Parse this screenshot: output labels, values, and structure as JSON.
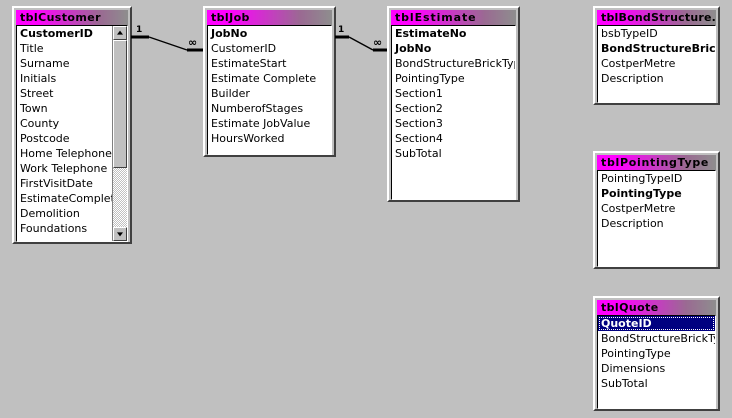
{
  "window": {
    "background_color": "#c0c0c0",
    "title_gradient_start": "#ff00ff",
    "title_gradient_end": "#8e8e8e",
    "selection_color": "#000080"
  },
  "tables": [
    {
      "id": "tblCustomer",
      "title": "tblCustomer",
      "has_scrollbar": true,
      "fields": [
        {
          "name": "CustomerID",
          "key": true
        },
        {
          "name": "Title",
          "key": false
        },
        {
          "name": "Surname",
          "key": false
        },
        {
          "name": "Initials",
          "key": false
        },
        {
          "name": "Street",
          "key": false
        },
        {
          "name": "Town",
          "key": false
        },
        {
          "name": "County",
          "key": false
        },
        {
          "name": "Postcode",
          "key": false
        },
        {
          "name": "Home Telephone",
          "key": false
        },
        {
          "name": "Work Telephone",
          "key": false
        },
        {
          "name": "FirstVisitDate",
          "key": false
        },
        {
          "name": "EstimateComplete",
          "key": false
        },
        {
          "name": "Demolition",
          "key": false
        },
        {
          "name": "Foundations",
          "key": false
        }
      ]
    },
    {
      "id": "tblJob",
      "title": "tblJob",
      "has_scrollbar": false,
      "fields": [
        {
          "name": "JobNo",
          "key": true
        },
        {
          "name": "CustomerID",
          "key": false
        },
        {
          "name": "EstimateStart",
          "key": false
        },
        {
          "name": "Estimate Complete",
          "key": false
        },
        {
          "name": "Builder",
          "key": false
        },
        {
          "name": "NumberofStages",
          "key": false
        },
        {
          "name": "Estimate JobValue",
          "key": false
        },
        {
          "name": "HoursWorked",
          "key": false
        }
      ]
    },
    {
      "id": "tblEstimate",
      "title": "tblEstimate",
      "has_scrollbar": false,
      "fields": [
        {
          "name": "EstimateNo",
          "key": true
        },
        {
          "name": "JobNo",
          "key": true
        },
        {
          "name": "BondStructureBrickType",
          "key": false
        },
        {
          "name": "PointingType",
          "key": false
        },
        {
          "name": "Section1",
          "key": false
        },
        {
          "name": "Section2",
          "key": false
        },
        {
          "name": "Section3",
          "key": false
        },
        {
          "name": "Section4",
          "key": false
        },
        {
          "name": "SubTotal",
          "key": false
        }
      ]
    },
    {
      "id": "tblBondStructure",
      "title": "tblBondStructure...",
      "has_scrollbar": false,
      "fields": [
        {
          "name": "bsbTypeID",
          "key": false
        },
        {
          "name": "BondStructureBrickType",
          "key": true
        },
        {
          "name": "CostperMetre",
          "key": false
        },
        {
          "name": "Description",
          "key": false
        }
      ]
    },
    {
      "id": "tblPointingType",
      "title": "tblPointingType",
      "has_scrollbar": false,
      "fields": [
        {
          "name": "PointingTypeID",
          "key": false
        },
        {
          "name": "PointingType",
          "key": true
        },
        {
          "name": "CostperMetre",
          "key": false
        },
        {
          "name": "Description",
          "key": false
        }
      ]
    },
    {
      "id": "tblQuote",
      "title": "tblQuote",
      "has_scrollbar": false,
      "fields": [
        {
          "name": "QuoteID",
          "key": false,
          "selected": true
        },
        {
          "name": "BondStructureBrickType",
          "key": false
        },
        {
          "name": "PointingType",
          "key": false
        },
        {
          "name": "Dimensions",
          "key": false
        },
        {
          "name": "SubTotal",
          "key": false
        }
      ]
    }
  ],
  "relationships": [
    {
      "id": "customer-job",
      "from": "tblCustomer",
      "to": "tblJob",
      "one_label": "1",
      "many_label": "∞"
    },
    {
      "id": "job-estimate",
      "from": "tblJob",
      "to": "tblEstimate",
      "one_label": "1",
      "many_label": "∞"
    }
  ]
}
